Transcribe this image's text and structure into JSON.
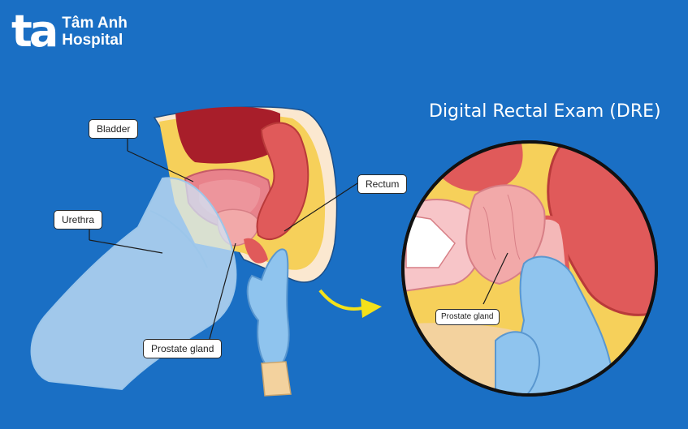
{
  "brand": {
    "mark": "ta",
    "name_line1": "Tâm Anh",
    "name_line2": "Hospital"
  },
  "title": "Digital Rectal Exam (DRE)",
  "labels": {
    "bladder": "Bladder",
    "urethra": "Urethra",
    "rectum": "Rectum",
    "prostate": "Prostate gland",
    "prostate_zoom": "Prostate gland"
  },
  "colors": {
    "background": "#1a6fc4",
    "fat": "#f6d05a",
    "bladder": "#e8828b",
    "rectum": "#e05a5a",
    "bowel_dark": "#a81e2a",
    "prostate": "#f2a9a9",
    "glove": "#8fc4ee",
    "skin": "#f3d29e",
    "arrow": "#f4e11a"
  }
}
